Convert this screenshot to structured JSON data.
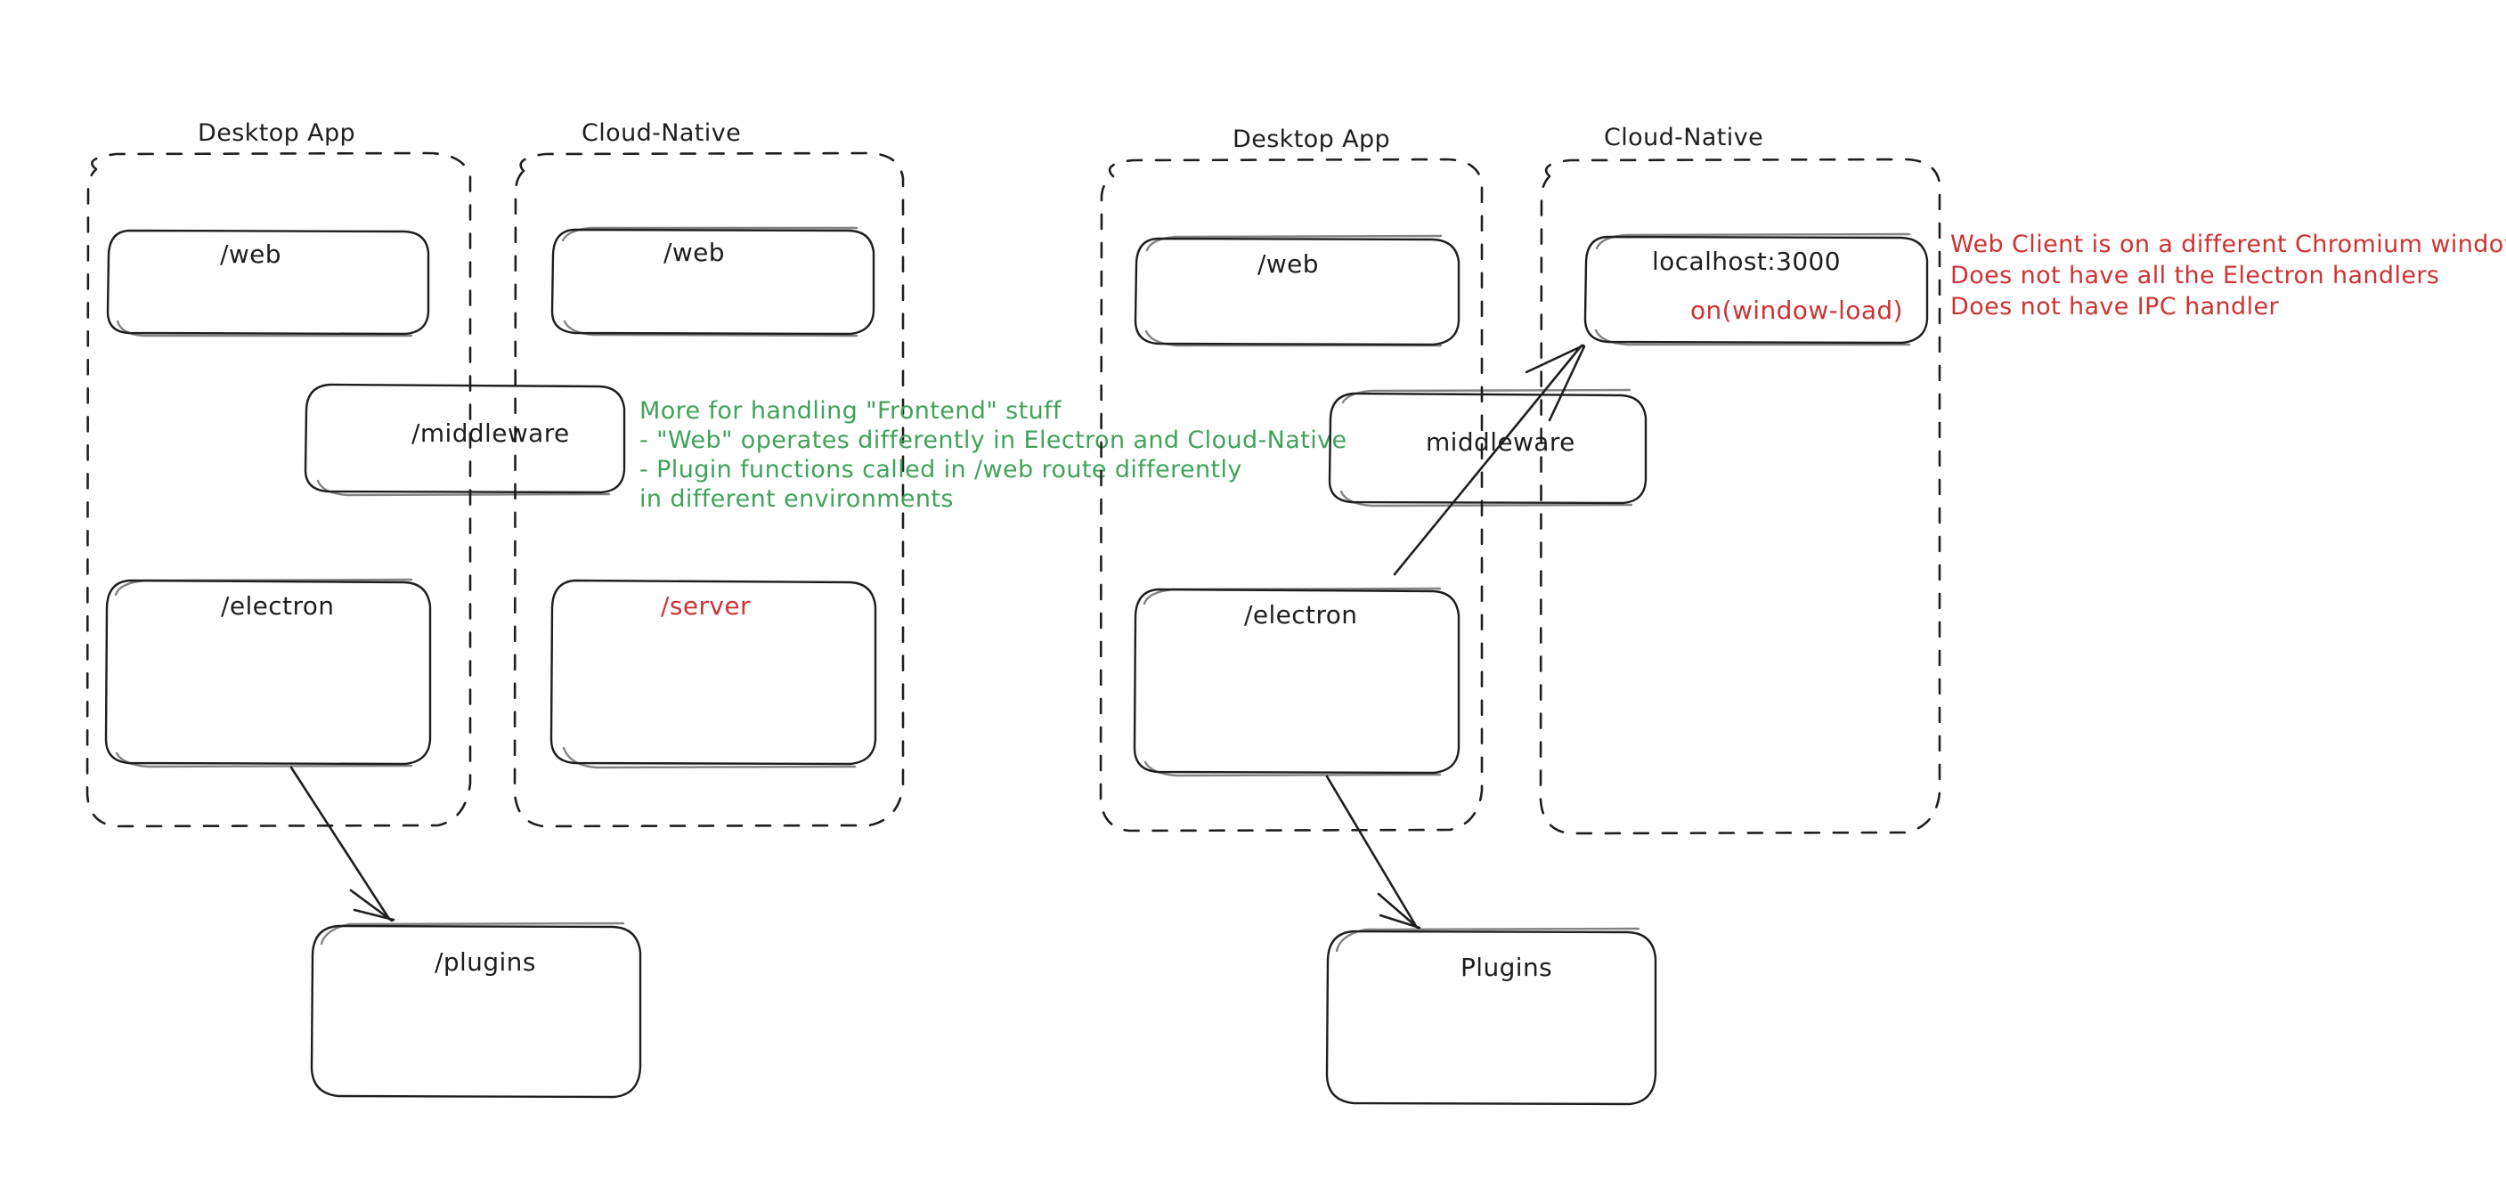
{
  "diagram": {
    "type": "architecture-sketch",
    "style": "hand-drawn",
    "background": "#ffffff",
    "colors": {
      "ink": "#1e1e1e",
      "green_note": "#40a25a",
      "red_note": "#cc3333"
    }
  },
  "left_diagram": {
    "groups": [
      {
        "label": "Desktop App"
      },
      {
        "label": "Cloud-Native"
      }
    ],
    "boxes": [
      {
        "label": "/web",
        "color": "ink"
      },
      {
        "label": "/web",
        "color": "ink"
      },
      {
        "label": "/middleware",
        "color": "ink"
      },
      {
        "label": "/electron",
        "color": "ink"
      },
      {
        "label": "/server",
        "color": "red"
      },
      {
        "label": "/plugins",
        "color": "ink"
      }
    ],
    "note_green": [
      "More for handling \"Frontend\" stuff",
      "- \"Web\" operates differently in Electron and Cloud-Native",
      "- Plugin functions called in /web route differently",
      "in different environments"
    ]
  },
  "right_diagram": {
    "groups": [
      {
        "label": "Desktop App"
      },
      {
        "label": "Cloud-Native"
      }
    ],
    "boxes": [
      {
        "label": "/web",
        "color": "ink"
      },
      {
        "label": "localhost:3000",
        "color": "ink",
        "sublabel": "on(window-load)",
        "sublabel_color": "red"
      },
      {
        "label": "middleware",
        "color": "ink"
      },
      {
        "label": "/electron",
        "color": "ink"
      },
      {
        "label": "Plugins",
        "color": "ink"
      }
    ],
    "note_red": [
      "Web Client is on a different Chromium window",
      "Does not have all the Electron handlers",
      "Does not have IPC handler"
    ]
  }
}
